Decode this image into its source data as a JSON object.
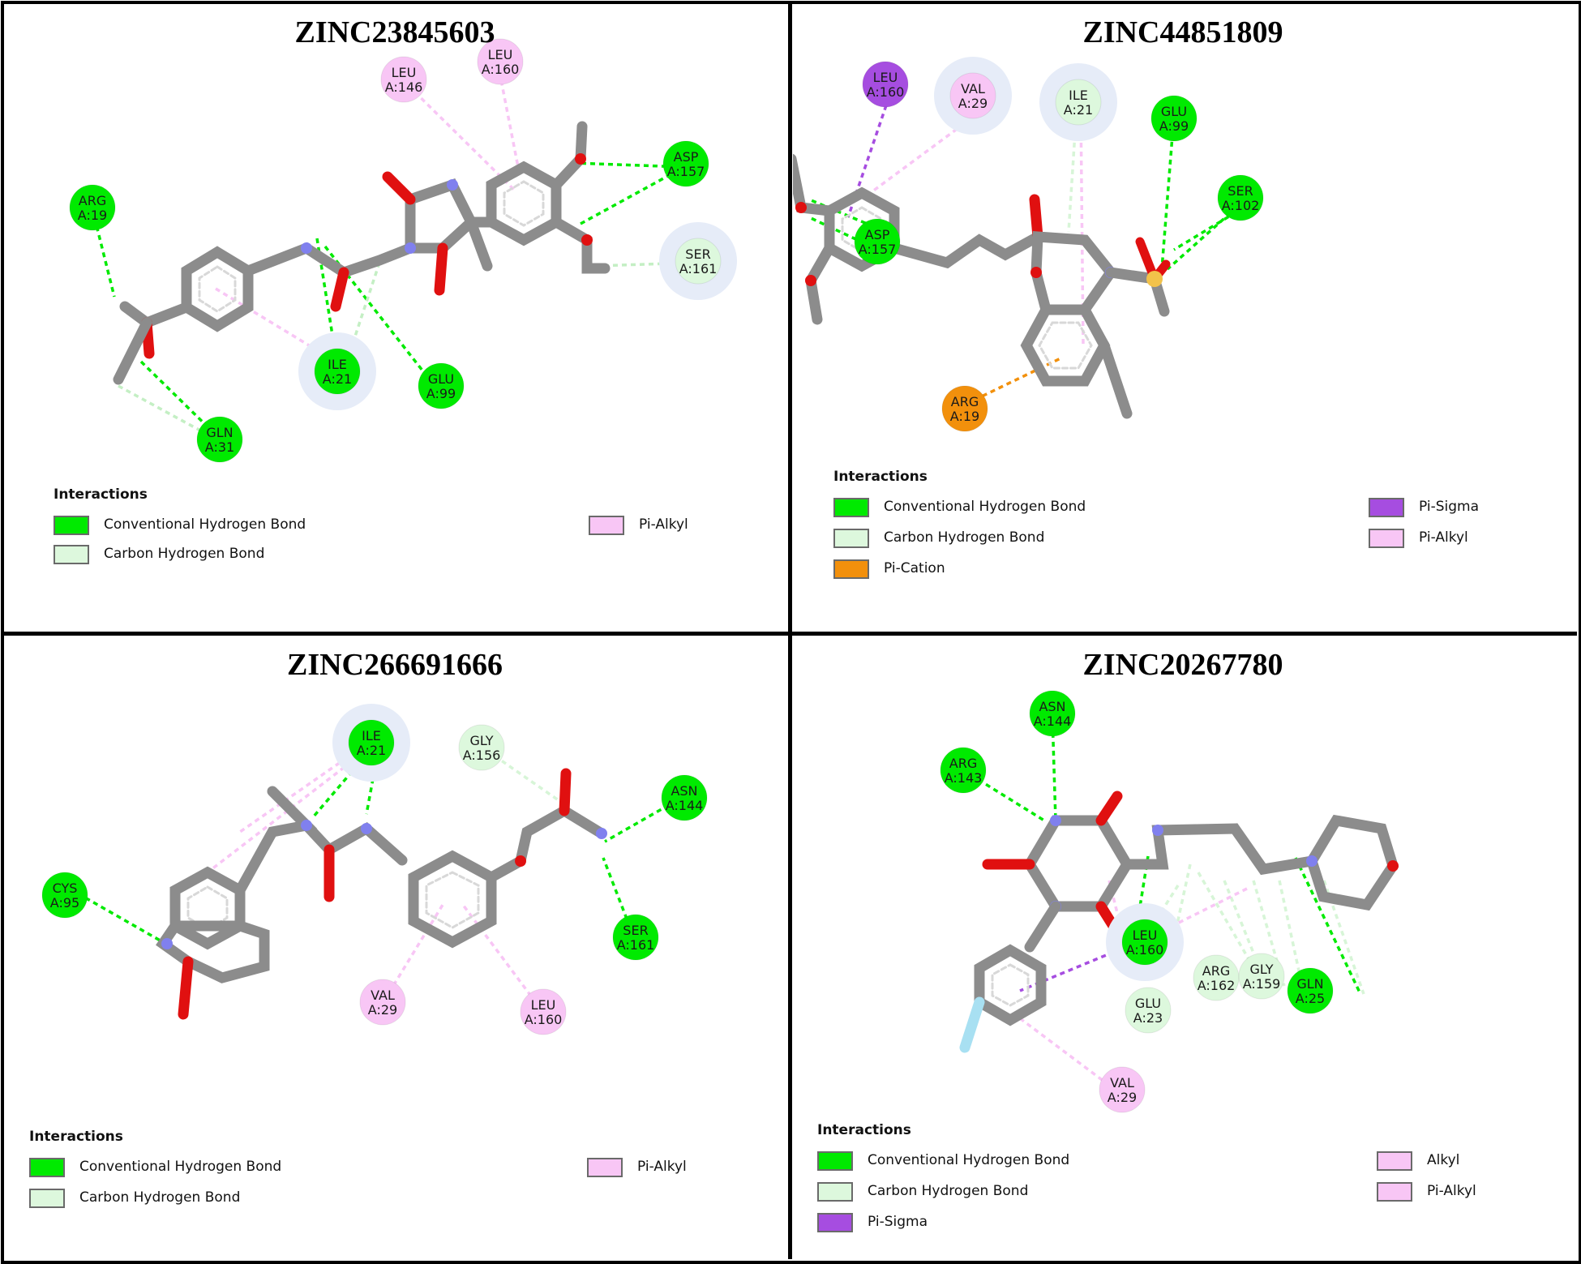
{
  "colors": {
    "conventional_hydrogen_bond": "#00ea00",
    "carbon_hydrogen_bond": "#ddf8dd",
    "pi_alkyl": "#f8c6f5",
    "alkyl": "#f8c6f5",
    "pi_sigma": "#a64de0",
    "pi_cation": "#f2900c",
    "bond_gray": "#8c8c8c",
    "oxygen": "#e01010",
    "nitrogen": "#8080ee",
    "sulfur": "#f2c24a",
    "fluorine": "#a8e0f2"
  },
  "legend_heading": "Interactions",
  "panels": [
    {
      "title": "ZINC23845603",
      "residues": [
        {
          "name": "ARG",
          "id": "A:19",
          "type": "conventional"
        },
        {
          "name": "LEU",
          "id": "A:146",
          "type": "pi_alkyl"
        },
        {
          "name": "LEU",
          "id": "A:160",
          "type": "pi_alkyl"
        },
        {
          "name": "ASP",
          "id": "A:157",
          "type": "conventional"
        },
        {
          "name": "SER",
          "id": "A:161",
          "type": "carbon"
        },
        {
          "name": "ILE",
          "id": "A:21",
          "type": "conventional"
        },
        {
          "name": "GLU",
          "id": "A:99",
          "type": "conventional"
        },
        {
          "name": "GLN",
          "id": "A:31",
          "type": "conventional"
        }
      ],
      "legend": [
        {
          "label": "Conventional Hydrogen Bond",
          "color": "#00ea00"
        },
        {
          "label": "Carbon Hydrogen Bond",
          "color": "#ddf8dd"
        },
        {
          "label": "Pi-Alkyl",
          "color": "#f8c6f5"
        }
      ]
    },
    {
      "title": "ZINC44851809",
      "residues": [
        {
          "name": "LEU",
          "id": "A:160",
          "type": "pi_sigma"
        },
        {
          "name": "VAL",
          "id": "A:29",
          "type": "pi_alkyl"
        },
        {
          "name": "ILE",
          "id": "A:21",
          "type": "carbon"
        },
        {
          "name": "GLU",
          "id": "A:99",
          "type": "conventional"
        },
        {
          "name": "SER",
          "id": "A:102",
          "type": "conventional"
        },
        {
          "name": "ASP",
          "id": "A:157",
          "type": "conventional"
        },
        {
          "name": "ARG",
          "id": "A:19",
          "type": "pi_cation"
        }
      ],
      "legend": [
        {
          "label": "Conventional Hydrogen Bond",
          "color": "#00ea00"
        },
        {
          "label": "Carbon Hydrogen Bond",
          "color": "#ddf8dd"
        },
        {
          "label": "Pi-Cation",
          "color": "#f2900c"
        },
        {
          "label": "Pi-Sigma",
          "color": "#a64de0"
        },
        {
          "label": "Pi-Alkyl",
          "color": "#f8c6f5"
        }
      ]
    },
    {
      "title": "ZINC266691666",
      "residues": [
        {
          "name": "ILE",
          "id": "A:21",
          "type": "conventional"
        },
        {
          "name": "GLY",
          "id": "A:156",
          "type": "carbon"
        },
        {
          "name": "ASN",
          "id": "A:144",
          "type": "conventional"
        },
        {
          "name": "CYS",
          "id": "A:95",
          "type": "conventional"
        },
        {
          "name": "SER",
          "id": "A:161",
          "type": "conventional"
        },
        {
          "name": "VAL",
          "id": "A:29",
          "type": "pi_alkyl"
        },
        {
          "name": "LEU",
          "id": "A:160",
          "type": "pi_alkyl"
        }
      ],
      "legend": [
        {
          "label": "Conventional Hydrogen Bond",
          "color": "#00ea00"
        },
        {
          "label": "Carbon Hydrogen Bond",
          "color": "#ddf8dd"
        },
        {
          "label": "Pi-Alkyl",
          "color": "#f8c6f5"
        }
      ]
    },
    {
      "title": "ZINC20267780",
      "residues": [
        {
          "name": "ASN",
          "id": "A:144",
          "type": "conventional"
        },
        {
          "name": "ARG",
          "id": "A:143",
          "type": "conventional"
        },
        {
          "name": "LEU",
          "id": "A:160",
          "type": "conventional"
        },
        {
          "name": "GLU",
          "id": "A:23",
          "type": "carbon"
        },
        {
          "name": "ARG",
          "id": "A:162",
          "type": "carbon"
        },
        {
          "name": "GLY",
          "id": "A:159",
          "type": "carbon"
        },
        {
          "name": "GLN",
          "id": "A:25",
          "type": "conventional"
        },
        {
          "name": "VAL",
          "id": "A:29",
          "type": "pi_alkyl"
        }
      ],
      "legend": [
        {
          "label": "Conventional Hydrogen Bond",
          "color": "#00ea00"
        },
        {
          "label": "Carbon Hydrogen Bond",
          "color": "#ddf8dd"
        },
        {
          "label": "Pi-Sigma",
          "color": "#a64de0"
        },
        {
          "label": "Alkyl",
          "color": "#f8c6f5"
        },
        {
          "label": "Pi-Alkyl",
          "color": "#f8c6f5"
        }
      ]
    }
  ]
}
